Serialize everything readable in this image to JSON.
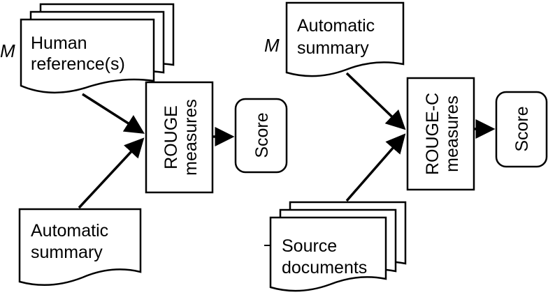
{
  "left": {
    "m_label": "M",
    "reference_line1": "Human",
    "reference_line2": "reference(s)",
    "measure_line1": "ROUGE",
    "measure_line2": "measures",
    "score": "Score",
    "summary_line1": "Automatic",
    "summary_line2": "summary"
  },
  "right": {
    "m_label": "M",
    "summary_line1": "Automatic",
    "summary_line2": "summary",
    "measure_line1": "ROUGE-C",
    "measure_line2": "measures",
    "score": "Score",
    "source_line1": "Source",
    "source_line2": "documents"
  }
}
